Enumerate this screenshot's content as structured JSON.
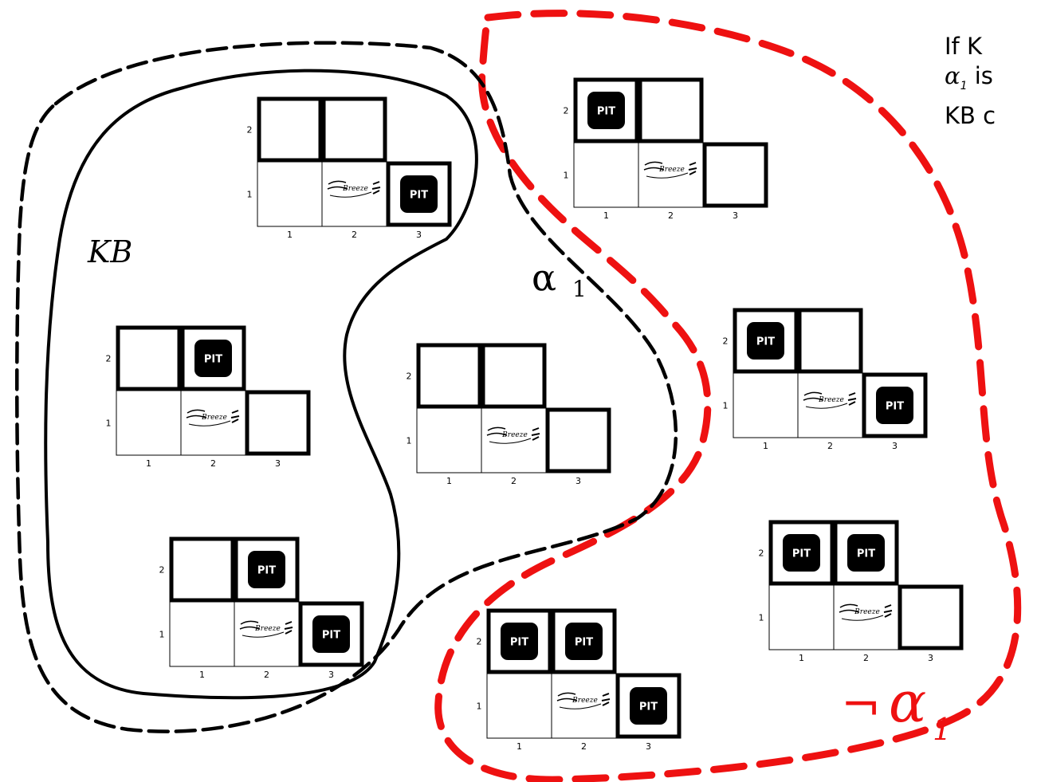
{
  "text": {
    "line1": "If K",
    "line2_symbol": "α",
    "line2_sub": "1",
    "line2_rest": " is",
    "line3": "KB c"
  },
  "labels": {
    "kb": "KB",
    "alpha_symbol": "α",
    "alpha_sub": "1",
    "not_alpha_neg": "¬",
    "not_alpha_symbol": "α",
    "not_alpha_sub": "1"
  },
  "cell": {
    "pit_label": "PIT",
    "breeze_label": "Breeze"
  },
  "axis_labels": {
    "x": [
      "1",
      "2",
      "3"
    ],
    "y": [
      "1",
      "2"
    ]
  },
  "colors": {
    "kb_outline": "#000000",
    "alpha_outline": "#000000",
    "not_alpha_outline": "#ee1111",
    "not_alpha_label": "#ee1111",
    "pit_fill": "#000000"
  },
  "models": [
    {
      "id": "kb-top",
      "pits": [
        "3,1"
      ]
    },
    {
      "id": "kb-middle",
      "pits": [
        "2,2"
      ]
    },
    {
      "id": "kb-bottom",
      "pits": [
        "2,2",
        "3,1"
      ]
    },
    {
      "id": "alpha-only",
      "pits": []
    },
    {
      "id": "notalpha-top",
      "pits": [
        "1,2"
      ]
    },
    {
      "id": "notalpha-middle",
      "pits": [
        "1,2",
        "3,1"
      ]
    },
    {
      "id": "notalpha-right",
      "pits": [
        "1,2",
        "2,2"
      ]
    },
    {
      "id": "notalpha-bottom",
      "pits": [
        "1,2",
        "2,2",
        "3,1"
      ]
    }
  ]
}
